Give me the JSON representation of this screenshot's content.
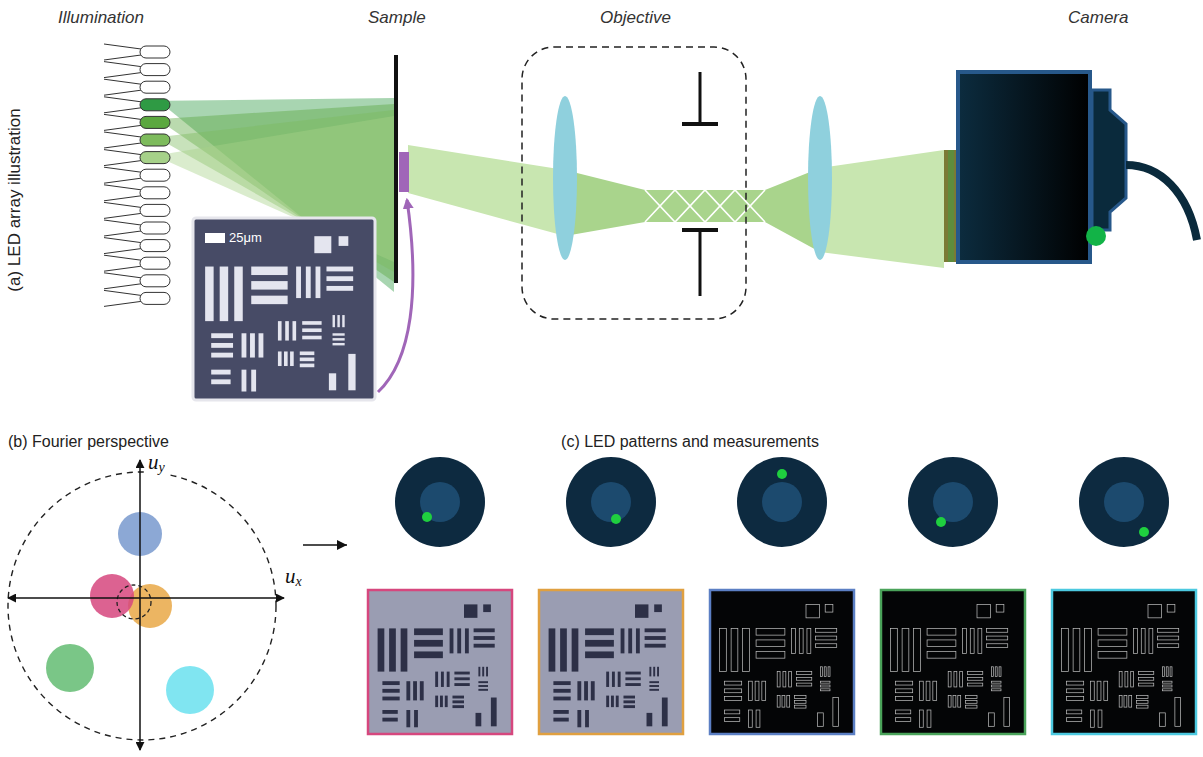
{
  "diagram": {
    "nodes": [
      {
        "text": [
          "(b) Fourier perspective"
        ]
      },
      {
        "text": [
          "(c) LED patterns and measurements"
        ]
      }
    ],
    "edges": [
      {
        "from": 0,
        "to": 1,
        "arrow": "to"
      }
    ],
    "labels": [
      "Illumination",
      "Sample",
      "Objective",
      "Camera",
      "(a) LED array illustration",
      "25μm",
      "uy",
      "ux"
    ]
  }
}
